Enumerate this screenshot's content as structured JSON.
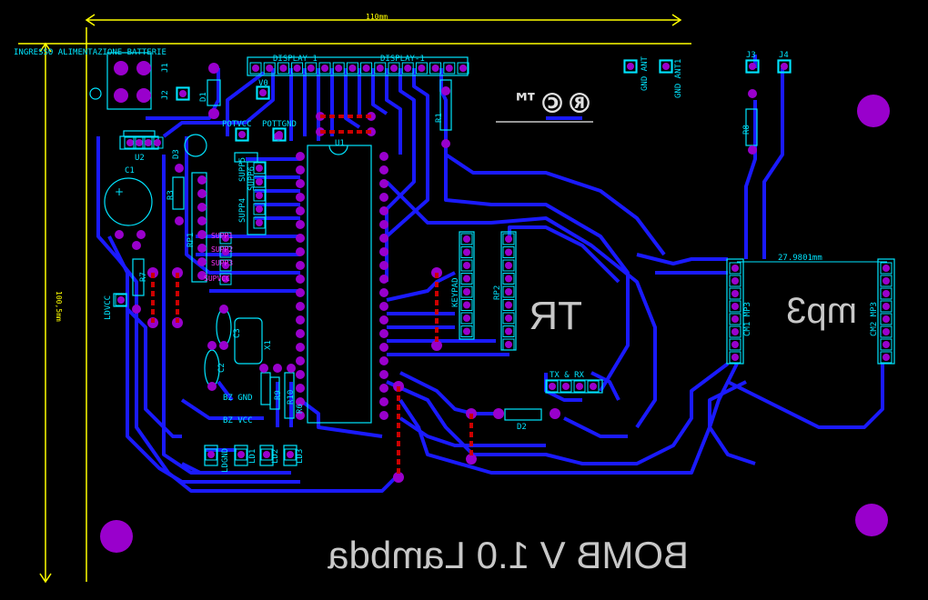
{
  "board": {
    "header_text": "INGRESSO ALIMENTAZIONE BATTERIE",
    "dimension_width": "110mm",
    "dimension_height": "100,5mm",
    "dimension_mp3": "27.9801mm",
    "logo_text": "®©™",
    "title_mirrored": "BOMB V 1.0 Lambda",
    "module_tr": "TR",
    "module_mp3": "mp3"
  },
  "labels": {
    "display1": "DISPLAY 1",
    "display_1": "DISPLAY-1",
    "j1": "J1",
    "j2": "J2",
    "j3": "J3",
    "j4": "J4",
    "u1": "U1",
    "u2": "U2",
    "c1": "C1",
    "c2": "C2",
    "c3": "C3",
    "d1": "D1",
    "d2": "D2",
    "d3": "D3",
    "r1": "R1",
    "r3": "R3",
    "r6": "R6",
    "r7": "R7",
    "r8": "R8",
    "r9": "R9",
    "r10": "R10",
    "rp1": "RP1",
    "rp2": "RP2",
    "x1": "X1",
    "v0": "V0",
    "potvcc": "POTVCC",
    "pottgnd": "POTTGND",
    "gnd_ant": "GND ANT",
    "gnd_ant1": "GND ANT1",
    "ldvcc": "LDVCC",
    "ldgnd": "LDGND",
    "ld1": "LD1",
    "ld2": "LD2",
    "ld3": "LD3",
    "bz_gnd": "BZ GND",
    "bz_vcc": "BZ VCC",
    "keypad": "KEYPAD",
    "tx_rx": "TX & RX",
    "cm1_mp3": "CM1 MP3",
    "cm2_mp3": "CM2 MP3",
    "supp1": "SUPP1",
    "supp2": "SUPP2",
    "supp3": "SUPP3",
    "supp4": "SUPP4",
    "supp5": "SUPP5",
    "supp6": "SUPP6",
    "supvcc": "SUPVCC"
  },
  "colors": {
    "background": "#000000",
    "trace": "#1a1aff",
    "pad": "#9900cc",
    "silkscreen": "#00e5ff",
    "dimension": "#ffff00",
    "jumper": "#cc0000",
    "text_gray": "#c8c8c8"
  }
}
